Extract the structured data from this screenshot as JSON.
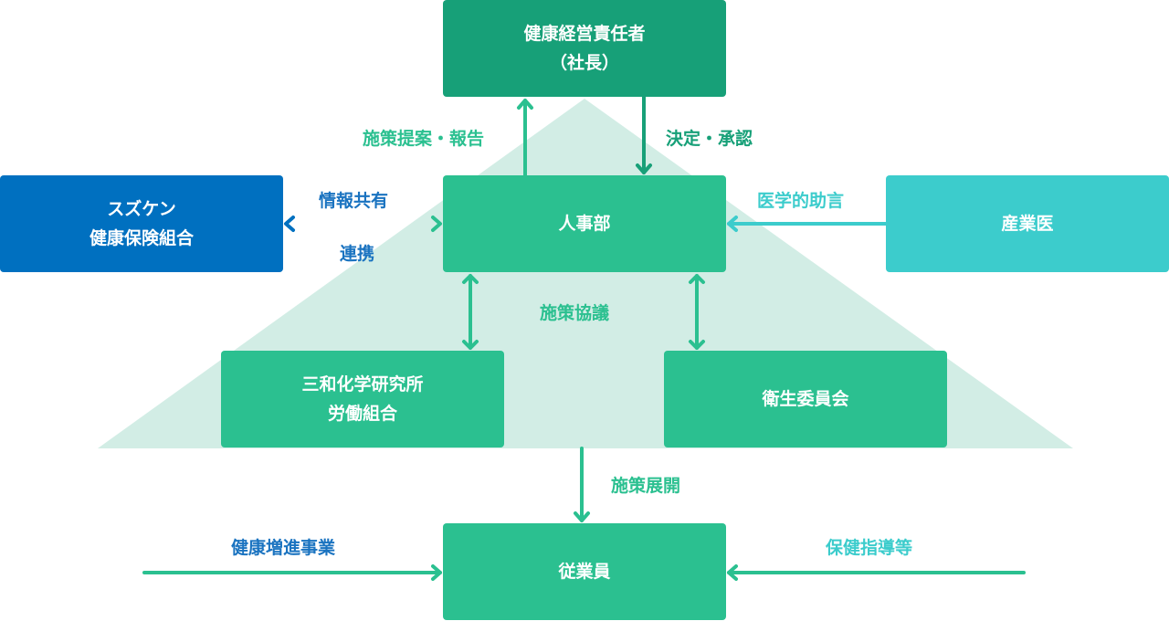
{
  "boxes": {
    "ceo": {
      "line1": "健康経営責任者",
      "line2": "（社長）"
    },
    "hr": {
      "line1": "人事部"
    },
    "insurance": {
      "line1": "スズケン",
      "line2": "健康保険組合"
    },
    "doctor": {
      "line1": "産業医"
    },
    "union": {
      "line1": "三和化学研究所",
      "line2": "労働組合"
    },
    "committee": {
      "line1": "衛生委員会"
    },
    "employees": {
      "line1": "従業員"
    }
  },
  "labels": {
    "proposal": "施策提案・報告",
    "decision": "決定・承認",
    "info_share": "情報共有",
    "cooperation": "連携",
    "medical_advice": "医学的助言",
    "discussion": "施策協議",
    "deployment": "施策展開",
    "health_promotion": "健康増進事業",
    "health_guidance": "保健指導等"
  },
  "colors": {
    "dark_green": "#17a078",
    "green": "#2bc090",
    "blue": "#0070c0",
    "teal": "#3ccccc",
    "triangle": "#d2ede5"
  }
}
